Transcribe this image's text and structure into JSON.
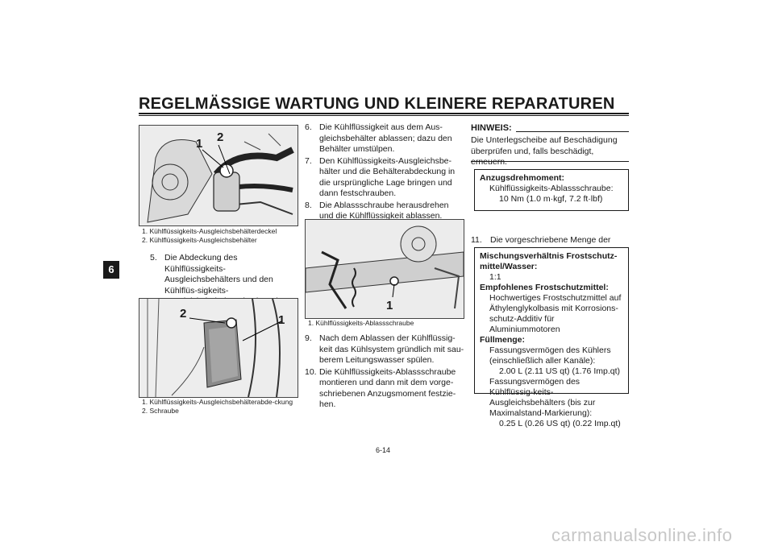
{
  "header": {
    "title": "REGELMÄSSIGE WARTUNG UND KLEINERE REPARATUREN"
  },
  "chapter_tab": "6",
  "figure1": {
    "callouts": [
      "1",
      "2"
    ],
    "captions": [
      "1. Kühlflüssigkeits-Ausgleichsbehälterdeckel",
      "2. Kühlflüssigkeits-Ausgleichsbehälter"
    ]
  },
  "step5": {
    "num": "5.",
    "text": "Die Abdeckung des Kühlflüssigkeits-Ausgleichsbehälters und den Kühlflüs-sigkeits-Ausgleichsbehälter abschrau-ben."
  },
  "figure2": {
    "callouts": [
      "2",
      "1"
    ],
    "captions": [
      "1. Kühlflüssigkeits-Ausgleichsbehälterabde-ckung",
      "2. Schraube"
    ]
  },
  "steps_mid": [
    {
      "num": "6.",
      "text": "Die Kühlflüssigkeit aus dem Aus-gleichsbehälter ablassen; dazu den Behälter umstülpen."
    },
    {
      "num": "7.",
      "text": "Den Kühlflüssigkeits-Ausgleichsbe-hälter und die Behälterabdeckung in die ursprüngliche Lage bringen und dann festschrauben."
    },
    {
      "num": "8.",
      "text": "Die Ablassschraube herausdrehen und die Kühlflüssigkeit ablassen."
    }
  ],
  "figure3": {
    "callouts": [
      "1"
    ],
    "captions": [
      "1. Kühlflüssigkeits-Ablassschraube"
    ]
  },
  "steps_lower": [
    {
      "num": "9.",
      "text": "Nach dem Ablassen der Kühlflüssig-keit das Kühlsystem gründlich mit sau-berem Leitungswasser spülen."
    },
    {
      "num": "10.",
      "text": "Die Kühlflüssigkeits-Ablassschraube montieren und dann mit dem vorge-schriebenen Anzugsmoment festzie-hen."
    }
  ],
  "hinweis": {
    "label": "HINWEIS:",
    "text": "Die Unterlegscheibe auf Beschädigung überprüfen und, falls beschädigt, erneuern."
  },
  "torque_box": {
    "heading": "Anzugsdrehmoment:",
    "item": "Kühlflüssigkeits-Ablassschraube:",
    "value": "10 Nm (1.0 m·kgf, 7.2 ft·lbf)"
  },
  "step11": {
    "num": "11.",
    "text": "Die vorgeschriebene Menge der emp-fohlenen Kühlflüssigkeit in Kühler und Ausgleichsbehälter einfüllen."
  },
  "spec_box": {
    "mix_heading": "Mischungsverhältnis Frostschutz-mittel/Wasser:",
    "mix_value": "1:1",
    "antifreeze_heading": "Empfohlenes Frostschutzmittel:",
    "antifreeze_value": "Hochwertiges Frostschutzmittel auf Äthylenglykolbasis mit Korrosions-schutz-Additiv für Aluminiummotoren",
    "capacity_heading": "Füllmenge:",
    "radiator_label": "Fassungsvermögen des Kühlers (einschließlich aller Kanäle):",
    "radiator_value": "2.00 L (2.11 US qt) (1.76 Imp.qt)",
    "reservoir_label": "Fassungsvermögen des Kühlflüssig-keits-Ausgleichsbehälters (bis zur Maximalstand-Markierung):",
    "reservoir_value": "0.25 L (0.26 US qt) (0.22 Imp.qt)"
  },
  "page_number": "6-14",
  "watermark": "carmanualsonline.info"
}
